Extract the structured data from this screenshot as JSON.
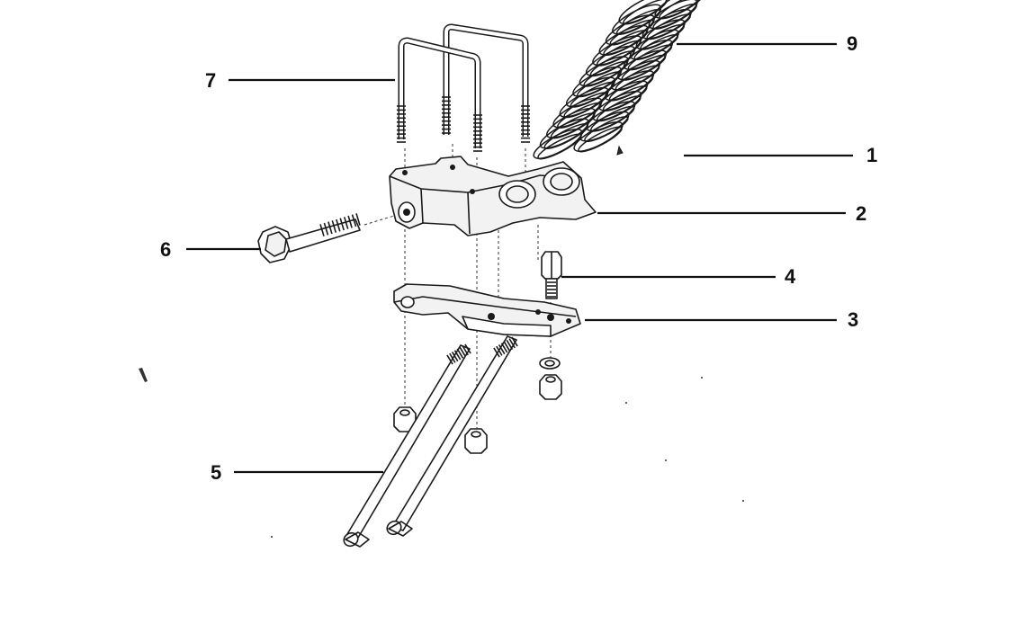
{
  "callouts": [
    {
      "label": "9"
    },
    {
      "label": "7"
    },
    {
      "label": "1"
    },
    {
      "label": "2"
    },
    {
      "label": "6"
    },
    {
      "label": "4"
    },
    {
      "label": "3"
    },
    {
      "label": "5"
    }
  ],
  "colors": {
    "ink": "#111111",
    "background": "#ffffff"
  }
}
